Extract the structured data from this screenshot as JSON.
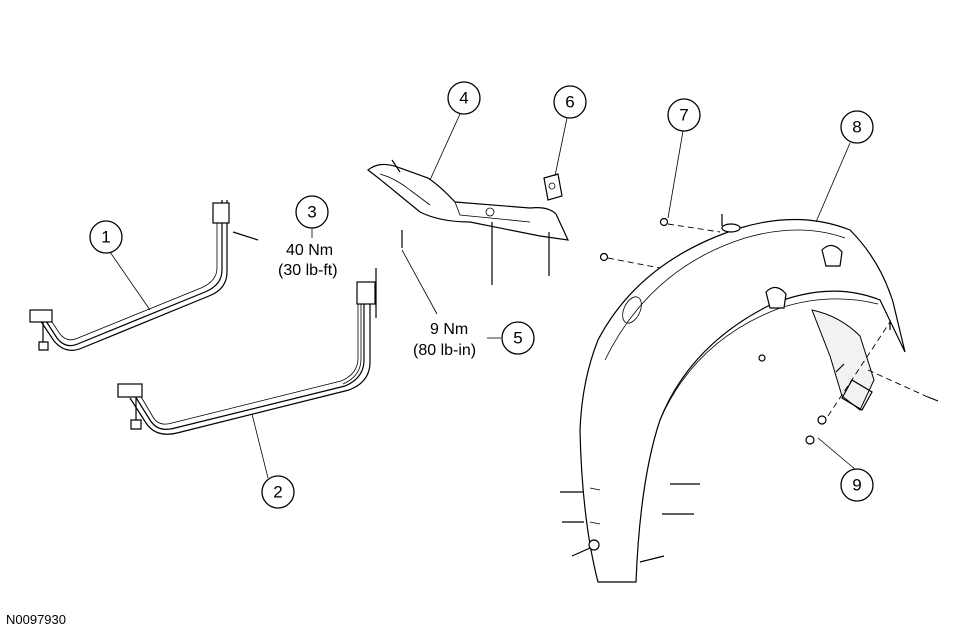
{
  "callouts": [
    "1",
    "2",
    "3",
    "4",
    "5",
    "6",
    "7",
    "8",
    "9"
  ],
  "torque_specs": {
    "callout_3": {
      "metric": "40 Nm",
      "imperial": "(30 lb-ft)"
    },
    "callout_5": {
      "metric": "9 Nm",
      "imperial": "(80 lb-in)"
    }
  },
  "figure_id": "N0097930"
}
